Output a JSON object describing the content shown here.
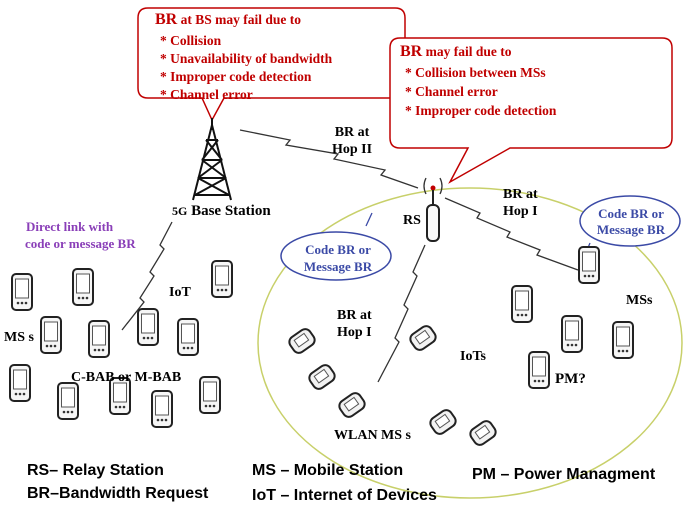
{
  "callouts": {
    "bs": {
      "title_prefix": "BR",
      "title_rest": " at BS may fail due to",
      "items": [
        "* Collision",
        "* Unavailability of bandwidth",
        "* Improper  code detection",
        "* Channel error"
      ]
    },
    "rs": {
      "title_prefix": "BR",
      "title_rest": " may fail due to",
      "items": [
        "* Collision between MSs",
        "* Channel error",
        "* Improper  code detection"
      ]
    }
  },
  "labels": {
    "base_station_prefix": "5G",
    "base_station": " Base Station",
    "rs": "RS",
    "br_hop2_l1": "BR at",
    "br_hop2_l2": "Hop II",
    "br_hop1_right_l1": "BR at",
    "br_hop1_right_l2": "Hop I",
    "br_hop1_mid_l1": "BR at",
    "br_hop1_mid_l2": "Hop I",
    "direct_link_l1": "Direct link with",
    "direct_link_l2": "code or message BR",
    "iot": "IoT",
    "mss_left": "MS s",
    "cbab": "C-BAB or M-BAB",
    "iots": "IoTs",
    "mss_right": "MSs",
    "pm": "PM?",
    "wlan": "WLAN MS s"
  },
  "bubbles": {
    "left_l1": "Code BR or",
    "left_l2": "Message BR",
    "right_l1": "Code BR or",
    "right_l2": "Message BR"
  },
  "legend": {
    "rs": "RS– Relay Station",
    "br": "BR–Bandwidth Request",
    "ms": "MS – Mobile Station",
    "iot": "IoT –  Internet of Devices",
    "pm": "PM –  Power Managment"
  },
  "colors": {
    "callout_text": "#c00000",
    "bubble_text": "#3b4aa6",
    "direct_link_text": "#8a3fb8",
    "ellipse": "#c8d06a"
  },
  "icons": {
    "tower": "cell-tower-icon",
    "relay": "relay-antenna-icon",
    "mobile": "mobile-phone-icon",
    "wlan": "wlan-device-icon"
  }
}
